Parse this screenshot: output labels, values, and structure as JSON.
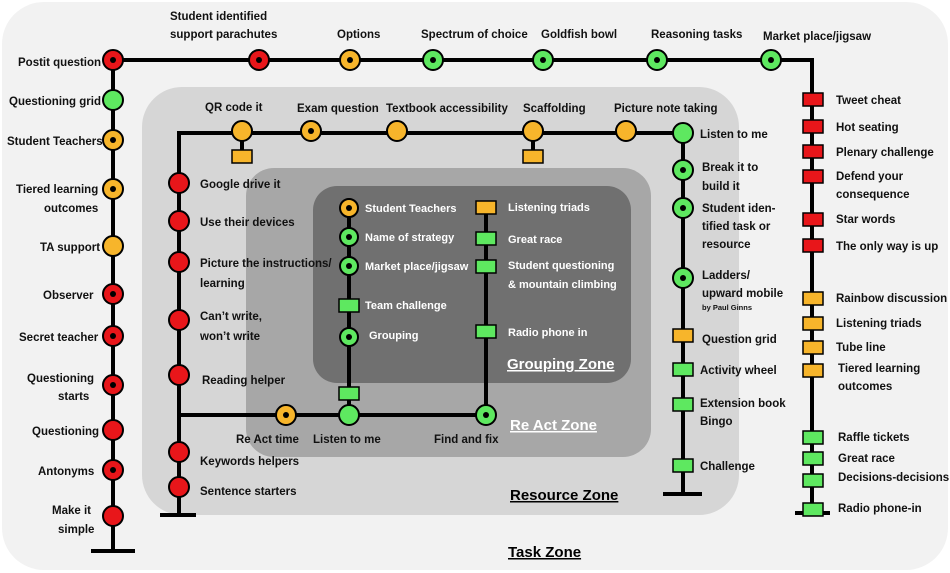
{
  "colors": {
    "red": "#e8161a",
    "green": "#5ee860",
    "orange": "#f7b52b",
    "zone_task": "#f2f2f2",
    "zone_resource": "#d6d6d6",
    "zone_react": "#a7a7a7",
    "zone_grouping": "#707070"
  },
  "zones": {
    "task": "Task Zone",
    "resource": "Resource Zone",
    "react": "Re Act Zone",
    "grouping": "Grouping Zone"
  },
  "task_top": [
    "Postit question",
    "Student identified support parachutes",
    "Options",
    "Spectrum of choice",
    "Goldfish bowl",
    "Reasoning tasks",
    "Market place/jigsaw"
  ],
  "task_top_l1": {
    "parachutes_a": "Student identified",
    "parachutes_b": "support parachutes"
  },
  "task_left": {
    "qgrid": "Questioning grid",
    "steach": "Student Teachers",
    "tiered_a": "Tiered learning",
    "tiered_b": "outcomes",
    "ta": "TA support",
    "observer": "Observer",
    "secret": "Secret teacher",
    "qstarts_a": "Questioning",
    "qstarts_b": "starts",
    "questioning": "Questioning",
    "antonyms": "Antonyms",
    "simple_a": "Make it",
    "simple_b": "simple"
  },
  "task_right": {
    "tweet": "Tweet cheat",
    "hot": "Hot seating",
    "plenary": "Plenary challenge",
    "defend_a": "Defend your",
    "defend_b": "consequence",
    "star": "Star words",
    "onlyway": "The only way is up",
    "rainbow": "Rainbow discussion",
    "triads": "Listening triads",
    "tube": "Tube line",
    "tiered_a": "Tiered learning",
    "tiered_b": "outcomes",
    "raffle": "Raffle tickets",
    "greatrace": "Great race",
    "decisions": "Decisions-decisions",
    "radio": "Radio phone-in"
  },
  "resource": {
    "qr": "QR code it",
    "exam": "Exam question",
    "textbook": "Textbook accessibility",
    "scaffold": "Scaffolding",
    "picnote": "Picture note taking",
    "listen": "Listen to me",
    "break_a": "Break it to",
    "break_b": "build it",
    "sitask_a": "Student iden-",
    "sitask_b": "tified task or",
    "sitask_c": "resource",
    "ladders_a": "Ladders/",
    "ladders_b": "upward mobile",
    "ladders_c": "by Paul Ginns",
    "qgrid": "Question grid",
    "wheel": "Activity wheel",
    "ext_a": "Extension book",
    "ext_b": "Bingo",
    "challenge": "Challenge",
    "google": "Google drive it",
    "devices": "Use their devices",
    "picinst_a": "Picture the instructions/",
    "picinst_b": "learning",
    "cantwrite_a": "Can’t write,",
    "cantwrite_b": "won’t write",
    "reading": "Reading helper",
    "keywords": "Keywords helpers",
    "sentence": "Sentence starters"
  },
  "react": {
    "time": "Re Act time",
    "listen": "Listen to me",
    "fix": "Find and fix"
  },
  "grouping": {
    "steach": "Student Teachers",
    "name": "Name of strategy",
    "market": "Market place/jigsaw",
    "team": "Team challenge",
    "grouping": "Grouping",
    "triads": "Listening triads",
    "great": "Great race",
    "sq_a": "Student questioning",
    "sq_b": "& mountain  climbing",
    "radio": "Radio phone in"
  }
}
